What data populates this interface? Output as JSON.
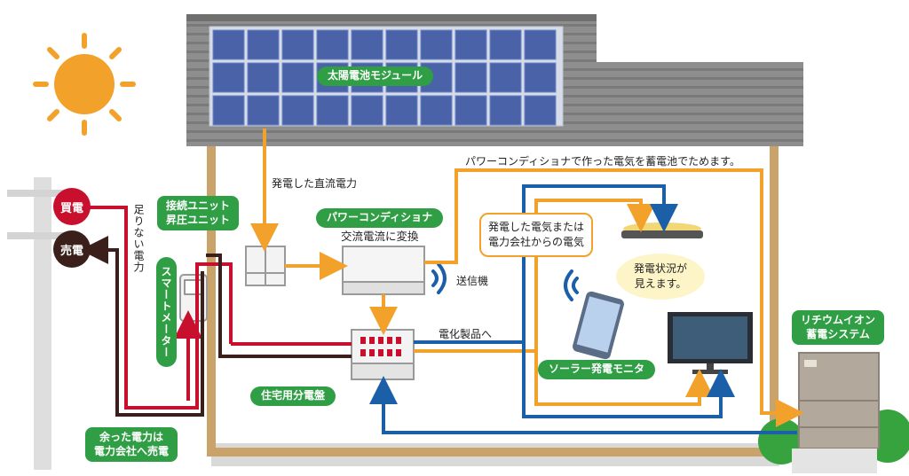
{
  "labels": {
    "solar_module": "太陽電池モジュール",
    "dc_power": "発電した直流電力",
    "stored_note": "パワーコンディショナで作った電気を蓄電池でためます。",
    "connection_unit": "接続ユニット\n昇圧ユニット",
    "power_conditioner": "パワーコンディショナ",
    "ac_convert": "交流電流に変換",
    "transmitter": "送信機",
    "electricity_source": "発電した電気または\n電力会社からの電気",
    "status_visible": "発電状況が\n見えます。",
    "buy": "買電",
    "sell": "売電",
    "shortage": "足りない電力",
    "smart_meter": "スマートメーター",
    "to_appliances": "電化製品へ",
    "distribution_board": "住宅用分電盤",
    "solar_monitor": "ソーラー発電モニタ",
    "surplus_sale": "余った電力は\n電力会社へ売電",
    "battery_system": "リチウムイオン\n蓄電システム"
  },
  "colors": {
    "dc_orange": "#f2a12b",
    "buy_red": "#c8102e",
    "sell_dark": "#3a1f1a",
    "blue_line": "#1a5fa8",
    "house_frame": "#c9a36a",
    "label_green": "#2f9e44",
    "sun": "#f2a12b"
  }
}
